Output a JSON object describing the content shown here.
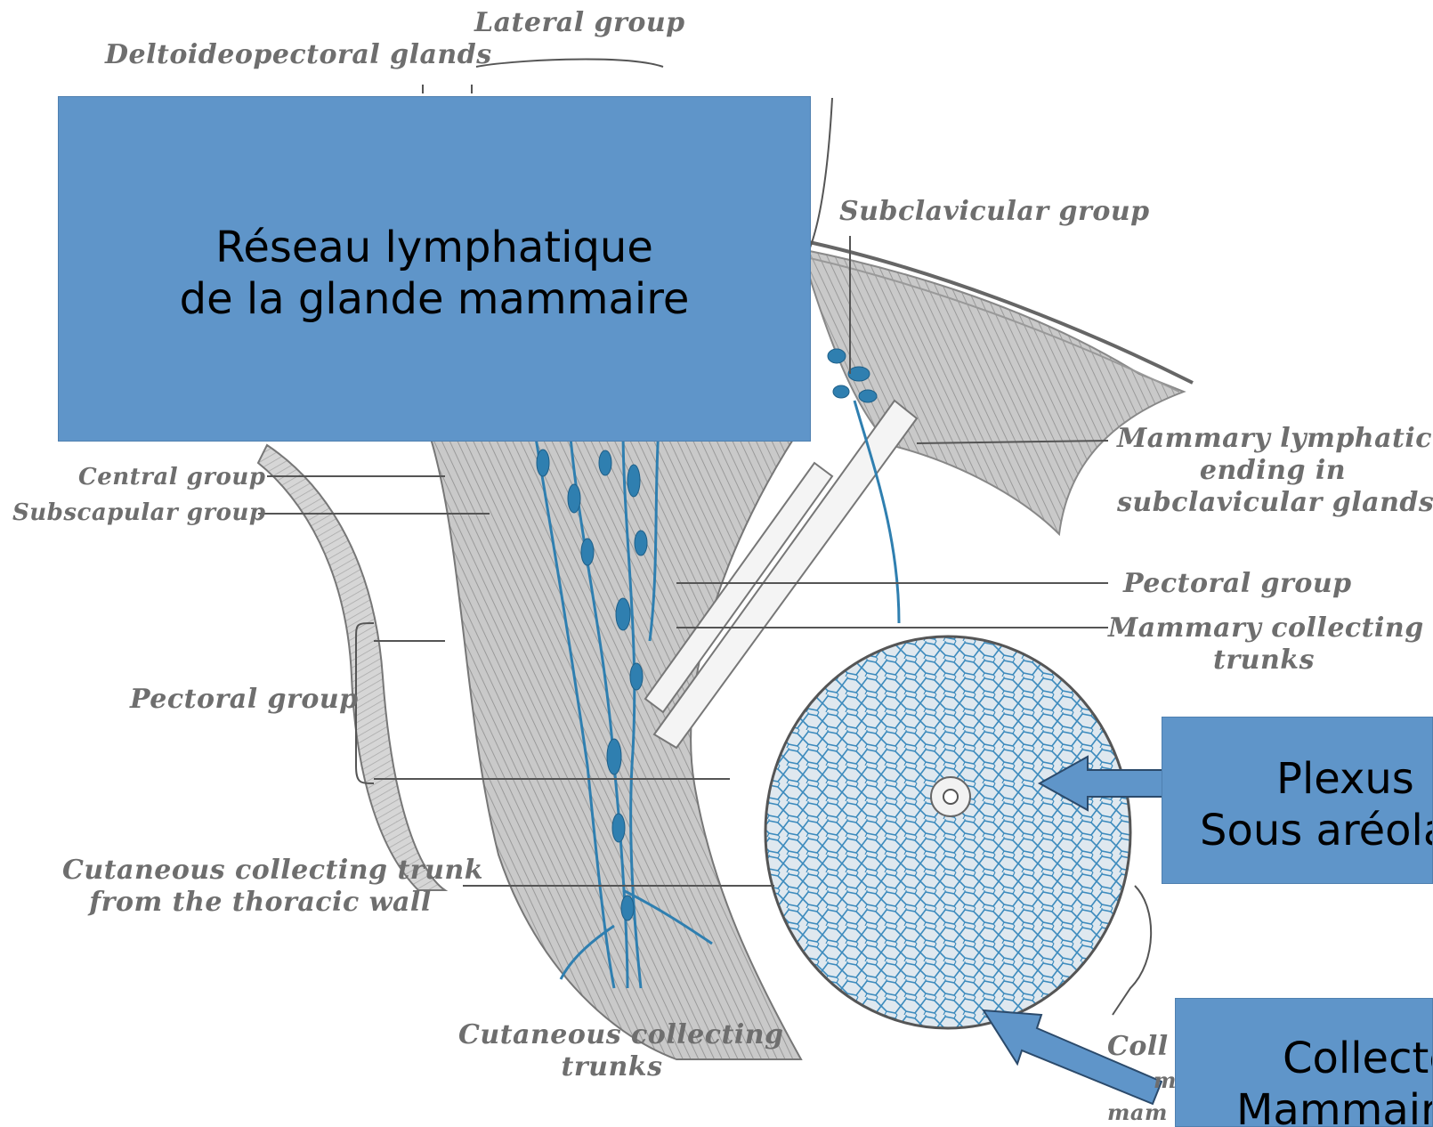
{
  "diagram": {
    "labels": {
      "lateral_group": "Lateral group",
      "deltoideopectoral_glands": "Deltoideopectoral glands",
      "subclavicular_group": "Subclavicular group",
      "central_group": "Central group",
      "subscapular_group": "Subscapular group",
      "mammary_lymphatic_line1": "Mammary lymphatic",
      "mammary_lymphatic_line2": "ending in",
      "mammary_lymphatic_line3": "subclavicular glands",
      "pectoral_group_right": "Pectoral group",
      "mammary_collecting_line1": "Mammary collecting",
      "mammary_collecting_line2": "trunks",
      "pectoral_group_left": "Pectoral group",
      "cutaneous_wall_line1": "Cutaneous collecting trunk",
      "cutaneous_wall_line2": "from the thoracic wall",
      "cutaneous_trunks_line1": "Cutaneous collecting",
      "cutaneous_trunks_line2": "trunks",
      "bottom_right_fragment_1": "Coll",
      "bottom_right_fragment_2": "m",
      "bottom_right_fragment_3": "mam"
    },
    "overlay_boxes": {
      "title_line1": "Réseau lymphatique",
      "title_line2": "de la glande mammaire",
      "plexus_line1": "Plexus",
      "plexus_line2": "Sous aréola",
      "collector_line1": "Collecte",
      "collector_line2": "Mammaire"
    },
    "colors": {
      "box_fill": "#5f95c9",
      "lymph_blue": "#2f7fb0",
      "label_gray": "#6e6e6e"
    }
  }
}
